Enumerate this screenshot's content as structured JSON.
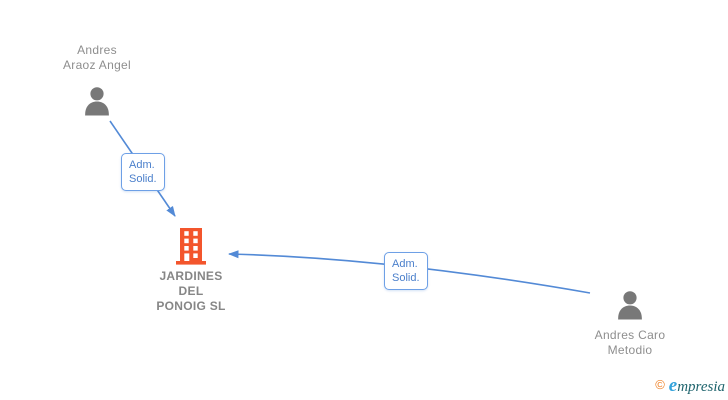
{
  "diagram": {
    "background": "#ffffff",
    "colors": {
      "edge_line": "#538AD6",
      "edge_label_text": "#4A7FCB",
      "edge_label_border": "#6EA0E6",
      "person_icon": "#787878",
      "building_icon": "#F3552C",
      "person_name_text": "#8E8E8E",
      "company_name_text": "#868686"
    },
    "nodes": {
      "person1": {
        "icon": "person-icon",
        "name_lines": [
          "Andres",
          "Araoz Angel"
        ]
      },
      "company": {
        "icon": "building-icon",
        "name_lines": [
          "JARDINES",
          "DEL",
          "PONOIG SL"
        ]
      },
      "person2": {
        "icon": "person-icon",
        "name_lines": [
          "Andres Caro",
          "Metodio"
        ]
      }
    },
    "edges": {
      "edge1": {
        "from": "Andres Araoz Angel",
        "to": "JARDINES DEL PONOIG SL",
        "label_lines": [
          "Adm.",
          "Solid."
        ]
      },
      "edge2": {
        "from": "Andres Caro Metodio",
        "to": "JARDINES DEL PONOIG SL",
        "label_lines": [
          "Adm.",
          "Solid."
        ]
      }
    }
  },
  "watermark": {
    "copyright_symbol": "©",
    "brand_initial": "e",
    "brand_rest": "mpresia",
    "colors": {
      "copyright": "#EE7F22",
      "brand_initial": "#33A3DC",
      "brand_rest": "#20656E"
    }
  }
}
